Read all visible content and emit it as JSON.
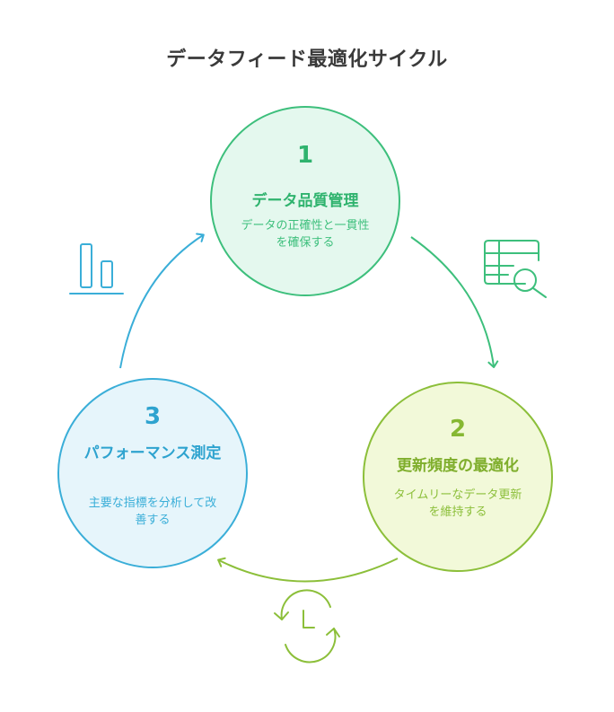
{
  "title": "データフィード最適化サイクル",
  "colors": {
    "green": "#3dbf7c",
    "lime": "#8cbf3a",
    "blue": "#3aaed8",
    "title": "#3a3a3a"
  },
  "steps": [
    {
      "number": "1",
      "heading": "データ品質管理",
      "description": "データの正確性と一貫性を確保する",
      "icon": "table-search-icon"
    },
    {
      "number": "2",
      "heading": "更新頻度の最適化",
      "description": "タイムリーなデータ更新を維持する",
      "icon": "clock-refresh-icon"
    },
    {
      "number": "3",
      "heading": "パフォーマンス測定",
      "description": "主要な指標を分析して改善する",
      "icon": "bar-chart-icon"
    }
  ]
}
